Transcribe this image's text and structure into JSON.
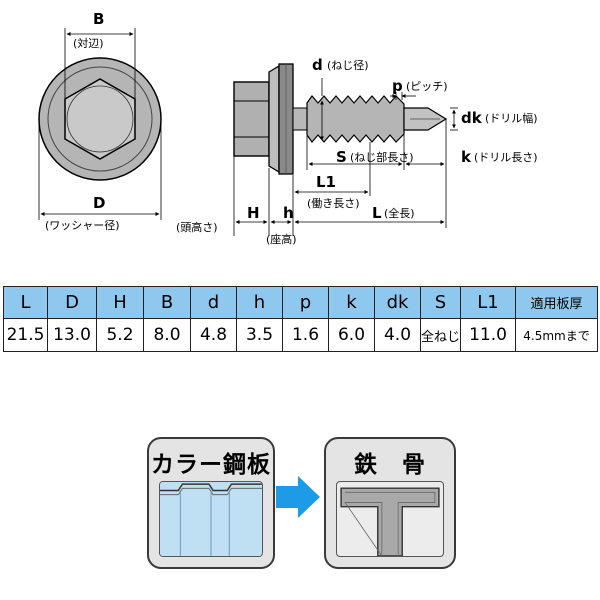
{
  "dimension_labels": {
    "B": "B",
    "B_note": "(対辺)",
    "D": "D",
    "D_note": "(ワッシャー径)",
    "d": "d",
    "d_note": "(ねじ径)",
    "p": "p",
    "p_note": "(ピッチ)",
    "dk": "dk",
    "dk_note": "(ドリル幅)",
    "S": "S",
    "S_note": "(ねじ部長さ)",
    "k": "k",
    "k_note": "(ドリル長さ)",
    "L1": "L1",
    "L1_note": "(働き長さ)",
    "L": "L",
    "L_note": "(全長)",
    "H": "H",
    "H_note": "(頭高さ)",
    "h": "h",
    "h_note": "(座高)"
  },
  "spec_table": {
    "headers": [
      "L",
      "D",
      "H",
      "B",
      "d",
      "h",
      "p",
      "k",
      "dk",
      "S",
      "L1",
      "適用板厚"
    ],
    "values": [
      "21.5",
      "13.0",
      "5.2",
      "8.0",
      "4.8",
      "3.5",
      "1.6",
      "6.0",
      "4.0",
      "全ねじ",
      "11.0",
      "4.5mmまで"
    ]
  },
  "application": {
    "from_label": "カラー鋼板",
    "to_label": "鉄　骨"
  },
  "colors": {
    "header_bg": "#8ec8ee",
    "arrow": "#1e9be6",
    "steel_plate": "#bfe0f2",
    "metal_gray": "#a9a9a9"
  }
}
